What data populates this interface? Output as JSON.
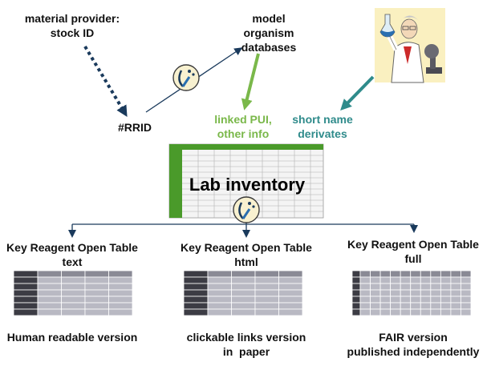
{
  "top": {
    "material_provider": "material provider:",
    "stock_id": "stock ID",
    "model_line1": "model",
    "model_line2": "organism",
    "model_line3": "databases",
    "rrid": "#RRID",
    "linked_line1": "linked PUI,",
    "linked_line2": "other info",
    "short_line1": "short name",
    "short_line2": "derivates"
  },
  "center": {
    "lab_inventory": "Lab inventory"
  },
  "outputs": [
    {
      "title1": "Key Reagent Open Table",
      "title2": "text",
      "caption1": "Human readable version",
      "caption2": ""
    },
    {
      "title1": "Key Reagent Open Table",
      "title2": "html",
      "caption1": "clickable links version",
      "caption2": "in  paper"
    },
    {
      "title1": "Key Reagent Open Table",
      "title2": "full",
      "caption1": "FAIR version",
      "caption2": "published independently"
    }
  ],
  "colors": {
    "dark_blue": "#1a3a5c",
    "green": "#7ab84a",
    "teal": "#2f8b8b",
    "sheet_green": "#4a9a2a",
    "table_dark": "#3c3c44",
    "table_mid": "#8a8a95",
    "table_light": "#b9b9c3"
  },
  "icons": [
    "tick-icon",
    "scientist-illustration",
    "spreadsheet-icon",
    "table-icon"
  ]
}
